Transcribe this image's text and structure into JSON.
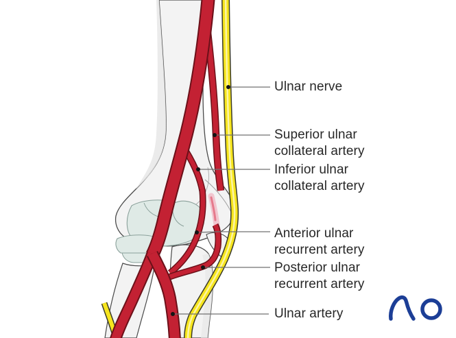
{
  "figure": {
    "type": "anatomical-diagram",
    "subject": "Elbow region, medial view: ulnar nerve and arterial anastomoses",
    "labels": [
      {
        "id": "ulnar-nerve",
        "text": "Ulnar nerve"
      },
      {
        "id": "superior-ulnar-collateral-artery",
        "text": "Superior ulnar\ncollateral artery"
      },
      {
        "id": "inferior-ulnar-collateral-artery",
        "text": "Inferior ulnar\ncollateral artery"
      },
      {
        "id": "anterior-ulnar-recurrent-artery",
        "text": "Anterior ulnar\nrecurrent artery"
      },
      {
        "id": "posterior-ulnar-recurrent-artery",
        "text": "Posterior ulnar\nrecurrent artery"
      },
      {
        "id": "ulnar-artery",
        "text": "Ulnar artery"
      }
    ],
    "logo": {
      "name": "AO",
      "color": "#1c3e96"
    },
    "colors": {
      "artery": "#c32133",
      "artery_outline": "#6b1019",
      "nerve": "#f6e51d",
      "nerve_outline": "#3a3a28",
      "nerve_highlight": "#fdf6b4",
      "bone": "#f3f3f3",
      "bone_outline": "#4a4a4a",
      "bone_shade": "#e7e7e7",
      "cartilage": "#dfeae6",
      "cartilage_outline": "#8aa09a",
      "label_text": "#272727",
      "leader": "#707070",
      "muscle_pink": "#f3bac2",
      "pink_band": "#ef9aac",
      "logo_blue": "#1c3e96"
    }
  }
}
